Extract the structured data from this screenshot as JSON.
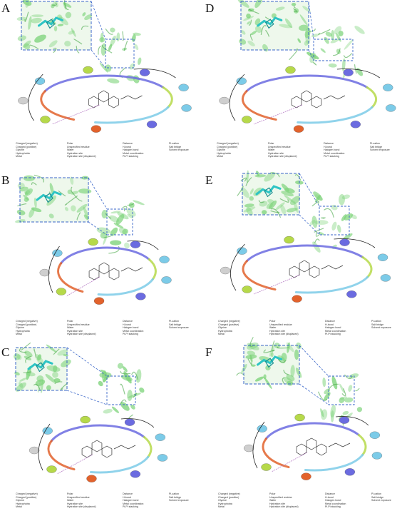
{
  "figure": {
    "panels": [
      {
        "label": "A"
      },
      {
        "label": "B"
      },
      {
        "label": "C"
      },
      {
        "label": "D"
      },
      {
        "label": "E"
      },
      {
        "label": "F"
      }
    ]
  },
  "legend": {
    "col1": [
      "Charged (negative)",
      "Charged (positive)",
      "Glycine",
      "Hydrophobic",
      "Metal"
    ],
    "col2": [
      "Polar",
      "Unspecified residue",
      "Water",
      "Hydration site",
      "Hydration site (displaced)"
    ],
    "col3": [
      "Distance",
      "H-bond",
      "Halogen bond",
      "Metal coordination",
      "Pi-Pi stacking"
    ],
    "col4": [
      "Pi-cation",
      "Salt bridge",
      "Solvent exposure"
    ]
  },
  "colors": {
    "protein": "#7dd37a",
    "ligand": "#2ec4c4",
    "box_line": "#3a66c9",
    "neg": "#e2622c",
    "pos": "#6b6be0",
    "polar": "#7ccbe8",
    "hydrophobic": "#b6d94a",
    "glycine": "#cfcfcf"
  }
}
